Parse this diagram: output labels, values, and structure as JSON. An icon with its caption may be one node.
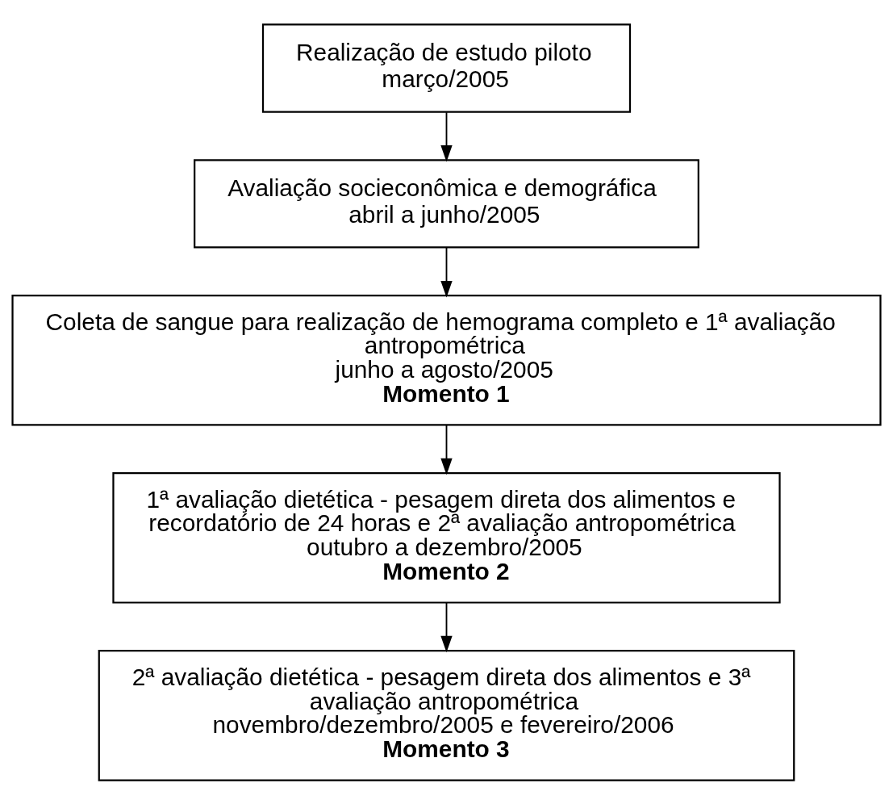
{
  "diagram": {
    "nodes": [
      {
        "text": [
          "Realização de estudo piloto",
          "março/2005"
        ]
      },
      {
        "text": [
          "Avaliação socieconômica e demográfica",
          "abril a junho/2005"
        ]
      },
      {
        "text": [
          "Coleta de sangue para realização de hemograma completo e 1ª avaliação antropométrica",
          "junho a agosto/2005",
          "Momento 1"
        ]
      },
      {
        "text": [
          "1ª avaliação dietética - pesagem direta dos alimentos e recordatório de 24 horas e 2ª avaliação antropométrica",
          "outubro a dezembro/2005",
          "Momento 2"
        ]
      },
      {
        "text": [
          "2ª avaliação dietética - pesagem direta dos alimentos e 3ª avaliação antropométrica",
          "novembro/dezembro/2005 e fevereiro/2006",
          "Momento 3"
        ]
      }
    ],
    "edges": [
      {
        "from": 0,
        "to": 1,
        "arrow": "to"
      },
      {
        "from": 1,
        "to": 2,
        "arrow": "to"
      },
      {
        "from": 2,
        "to": 3,
        "arrow": "to"
      },
      {
        "from": 3,
        "to": 4,
        "arrow": "to"
      }
    ]
  }
}
